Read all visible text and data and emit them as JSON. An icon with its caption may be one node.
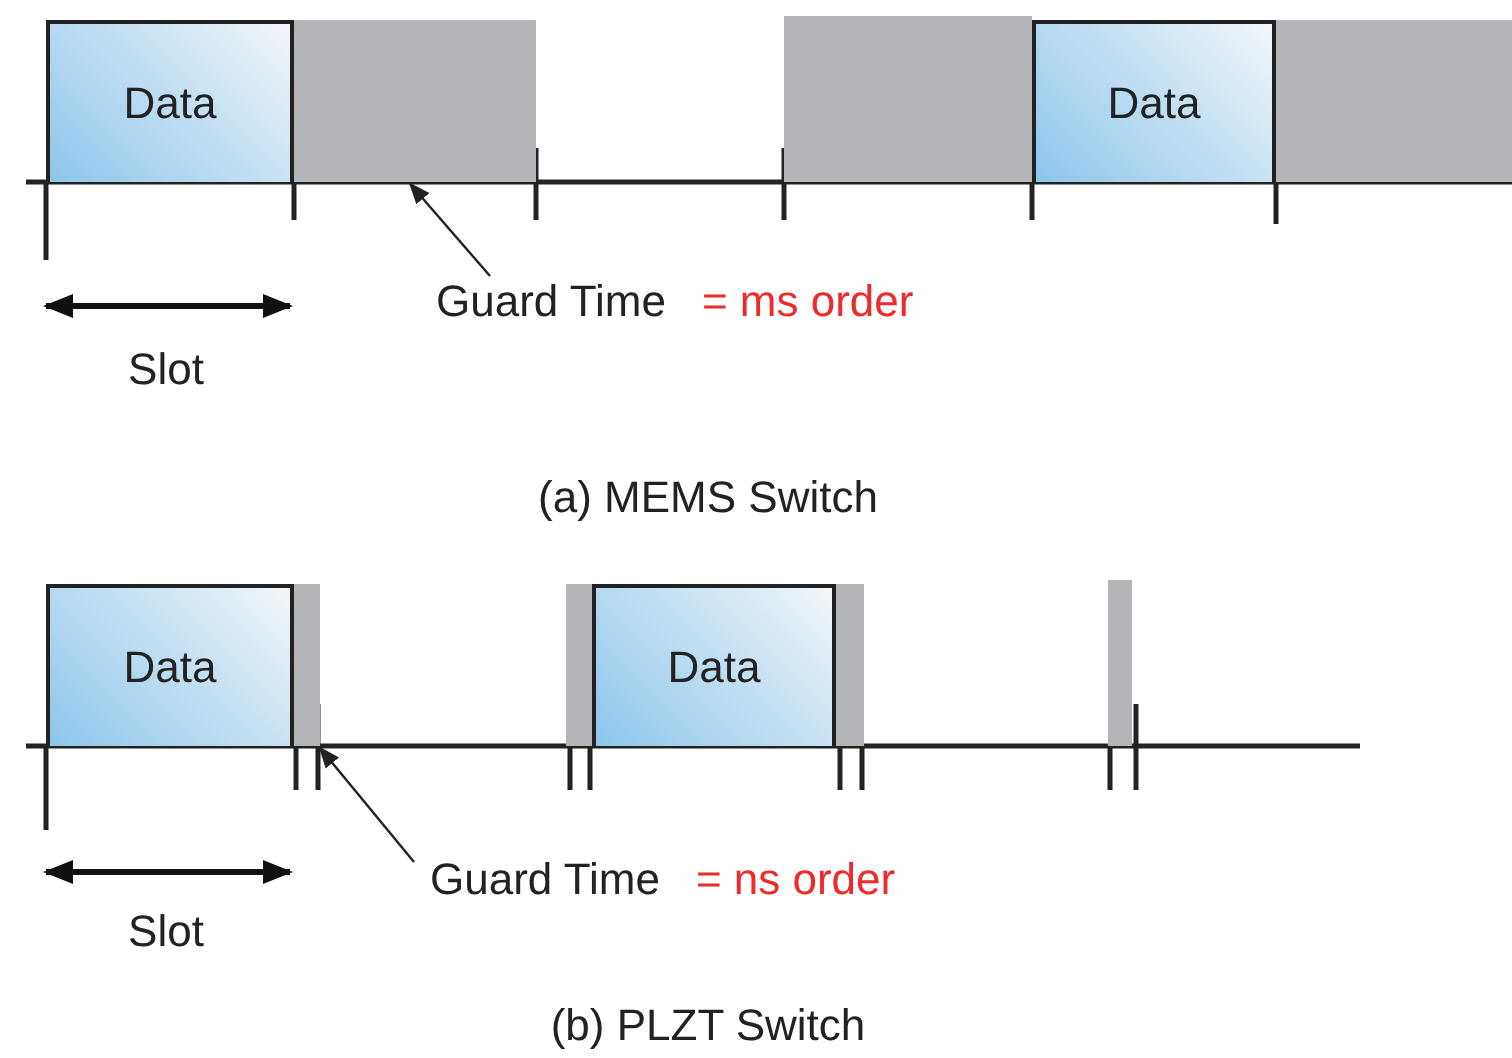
{
  "diagram": {
    "nodes": [
      {
        "text": [
          "Data"
        ]
      },
      {
        "text": [],
        "shape": "bar"
      },
      {
        "text": [],
        "shape": "bar"
      },
      {
        "text": [
          "Data"
        ]
      },
      {
        "text": [],
        "shape": "bar"
      },
      {
        "text": [
          "Guard Time"
        ],
        "beside": [
          "= ms order"
        ]
      },
      {
        "text": [
          "Data"
        ]
      },
      {
        "text": [],
        "shape": "bar"
      },
      {
        "text": [],
        "shape": "bar"
      },
      {
        "text": [
          "Data"
        ]
      },
      {
        "text": [],
        "shape": "bar"
      },
      {
        "text": [],
        "shape": "bar"
      },
      {
        "text": [
          "Guard Time"
        ],
        "beside": [
          "= ns order"
        ]
      }
    ],
    "edges": [
      {
        "from": 5,
        "to": 1,
        "arrow": "to"
      },
      {
        "from": 12,
        "to": 7,
        "arrow": "to"
      }
    ],
    "labels": [
      "Slot",
      "(a) MEMS Switch",
      "Slot",
      "(b) PLZT Switch"
    ]
  }
}
